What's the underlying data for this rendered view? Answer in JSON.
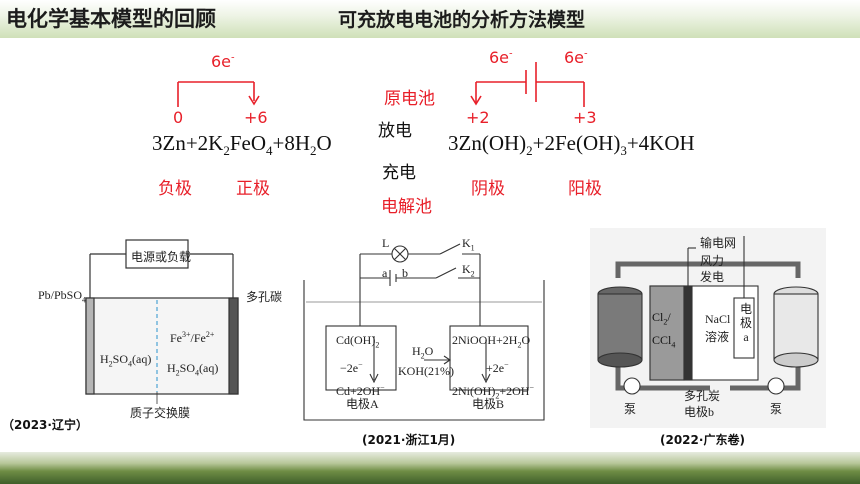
{
  "header": {
    "title": "电化学基本模型的回顾",
    "subtitle": "可充放电电池的分析方法模型"
  },
  "equation": {
    "left_e": "6e",
    "left_e_sup": "-",
    "ox_zn": "0",
    "ox_fe": "+6",
    "right_e1": "6e",
    "right_e2": "6e",
    "right_e_sup": "-",
    "ox_zn_right": "+2",
    "ox_fe_right": "+3",
    "cell_galvanic": "原电池",
    "cell_electrolytic": "电解池",
    "discharge": "放电",
    "charge": "充电",
    "lhs": {
      "a": "3Zn+2K",
      "b": "2",
      "c": "FeO",
      "d": "4",
      "e": "+8H",
      "f": "2",
      "g": "O"
    },
    "rhs": {
      "a": "3Zn(OH)",
      "b": "2",
      "c": "+2Fe(OH)",
      "d": "3",
      "e": "+4KOH"
    },
    "neg_electrode": "负极",
    "pos_electrode": "正极",
    "cathode": "阴极",
    "anode": "阳极"
  },
  "fig_liaoning": {
    "power_label": "电源或负载",
    "pb_label": "Pb/PbSO",
    "pb_sub": "4",
    "carbon_label": "多孔碳",
    "left_sol": {
      "a": "H",
      "b": "2",
      "c": "SO",
      "d": "4",
      "e": "(aq)"
    },
    "fe_line": {
      "a": "Fe",
      "b": "3+",
      "c": "/Fe",
      "d": "2+"
    },
    "right_sol": {
      "a": "H",
      "b": "2",
      "c": "SO",
      "d": "4",
      "e": "(aq)"
    },
    "membrane_label": "质子交换膜",
    "caption": "（2023·辽宁）"
  },
  "fig_zhejiang": {
    "L": "L",
    "K1": "K",
    "K1_sub": "1",
    "K2": "K",
    "K2_sub": "2",
    "a": "a",
    "b": "b",
    "cd_box": {
      "a": "Cd(OH)",
      "b": "2",
      "c": "−2e",
      "d": "−",
      "e": "Cd+2OH",
      "f": "−"
    },
    "ni_box": {
      "a": "2NiOOH+2H",
      "b": "2",
      "c": "O",
      "d": "+2e",
      "e": "−",
      "f": "2Ni(OH)",
      "g": "2",
      "h": "+2OH",
      "i": "−"
    },
    "h2o": {
      "a": "H",
      "b": "2",
      "c": "O"
    },
    "koh": "KOH(21%)",
    "electrode_a": "电极A",
    "electrode_b": "电极B",
    "caption": "(2021·浙江1月)"
  },
  "fig_guangdong": {
    "grid": "输电网",
    "wind_1": "风力",
    "wind_2": "发电",
    "cl2": {
      "a": "Cl",
      "b": "2",
      "c": "/"
    },
    "ccl4": {
      "a": "CCl",
      "b": "4"
    },
    "nacl_1": "NaCl",
    "nacl_2": "溶液",
    "elec_a": [
      "电",
      "极",
      "a"
    ],
    "carbon_1": "多孔炭",
    "carbon_2": "电极b",
    "pump_left": "泵",
    "pump_right": "泵",
    "caption": "(2022·广东卷)"
  }
}
